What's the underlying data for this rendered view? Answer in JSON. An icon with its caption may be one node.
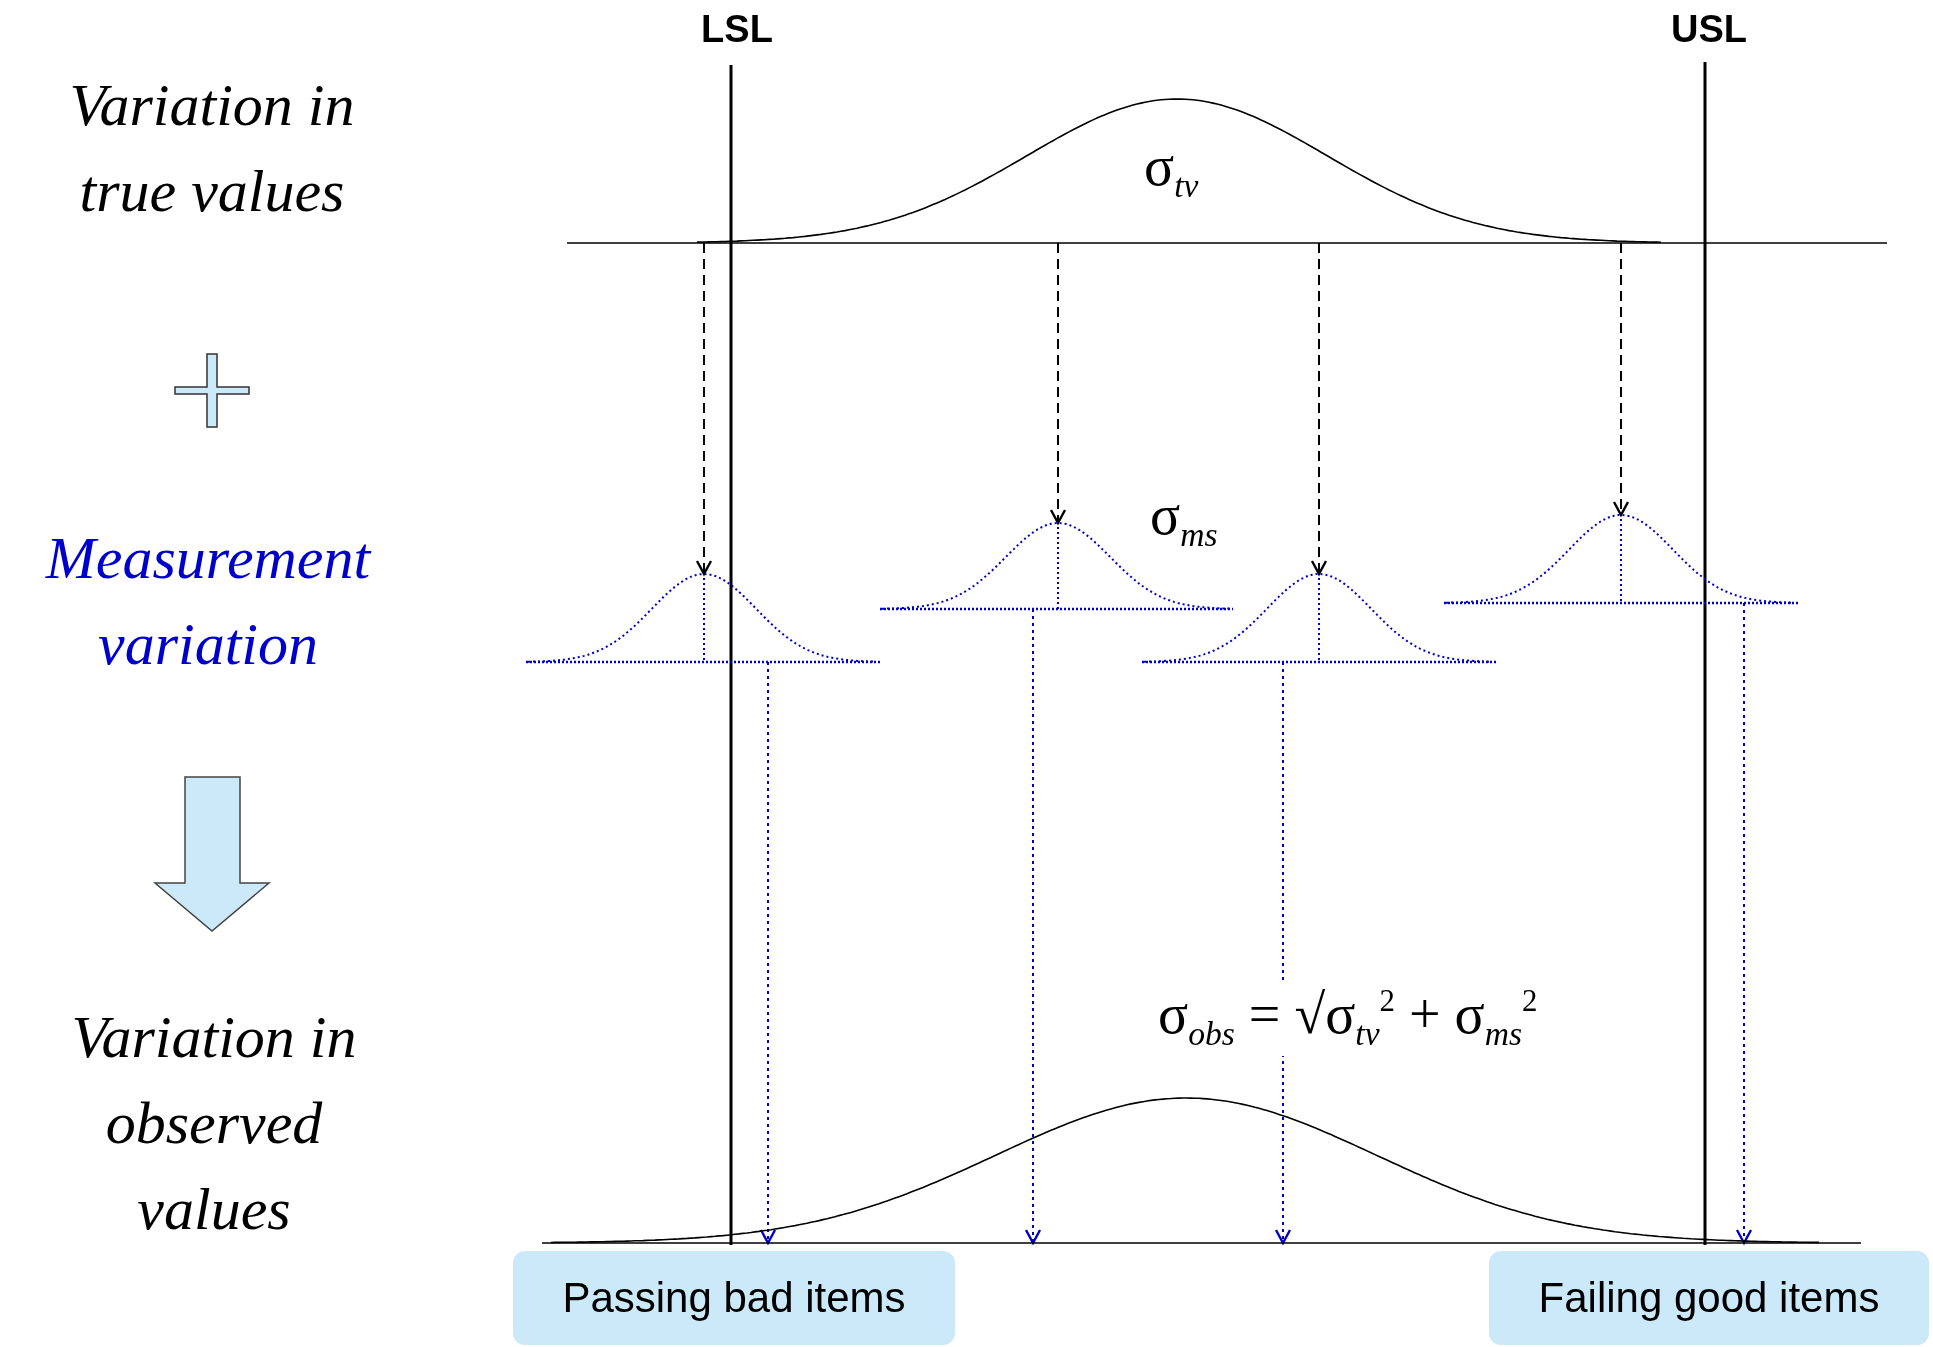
{
  "diagram": {
    "nodes": [
      {
        "text": [
          "σ$_{tv}$"
        ]
      },
      {
        "text": [],
        "shape": "curve"
      },
      {
        "text": [],
        "shape": "curve"
      },
      {
        "text": [],
        "shape": "curve"
      },
      {
        "text": [],
        "shape": "curve"
      },
      {
        "text": [],
        "shape": "curve"
      },
      {
        "text": [
          "Passing bad items"
        ]
      },
      {
        "text": [
          "Failing good items"
        ]
      }
    ],
    "edges": [
      {
        "from": 0,
        "to": 1,
        "arrow": "to",
        "style": "dashed"
      },
      {
        "from": 0,
        "to": 2,
        "arrow": "to",
        "style": "dashed"
      },
      {
        "from": 0,
        "to": 3,
        "arrow": "to",
        "style": "dashed"
      },
      {
        "from": 0,
        "to": 4,
        "arrow": "to",
        "style": "dashed"
      },
      {
        "from": 1,
        "to": 5,
        "arrow": "to",
        "style": "dashed",
        "color": "#0000cc"
      },
      {
        "from": 2,
        "to": 5,
        "arrow": "to",
        "style": "dashed",
        "color": "#0000cc"
      },
      {
        "from": 3,
        "to": 5,
        "arrow": "to",
        "style": "dashed",
        "color": "#0000cc"
      },
      {
        "from": 4,
        "to": 5,
        "arrow": "to",
        "style": "dashed",
        "color": "#0000cc"
      }
    ],
    "labels": [
      "LSL",
      "USL",
      "Variation in true values",
      "Measurement variation",
      "σ$_{ms}$",
      "Variation in observed values",
      "σ$_{obs}$ = √σ$_{tv}$$^{2}$ + σ$_{ms}$$^{2}$"
    ]
  }
}
